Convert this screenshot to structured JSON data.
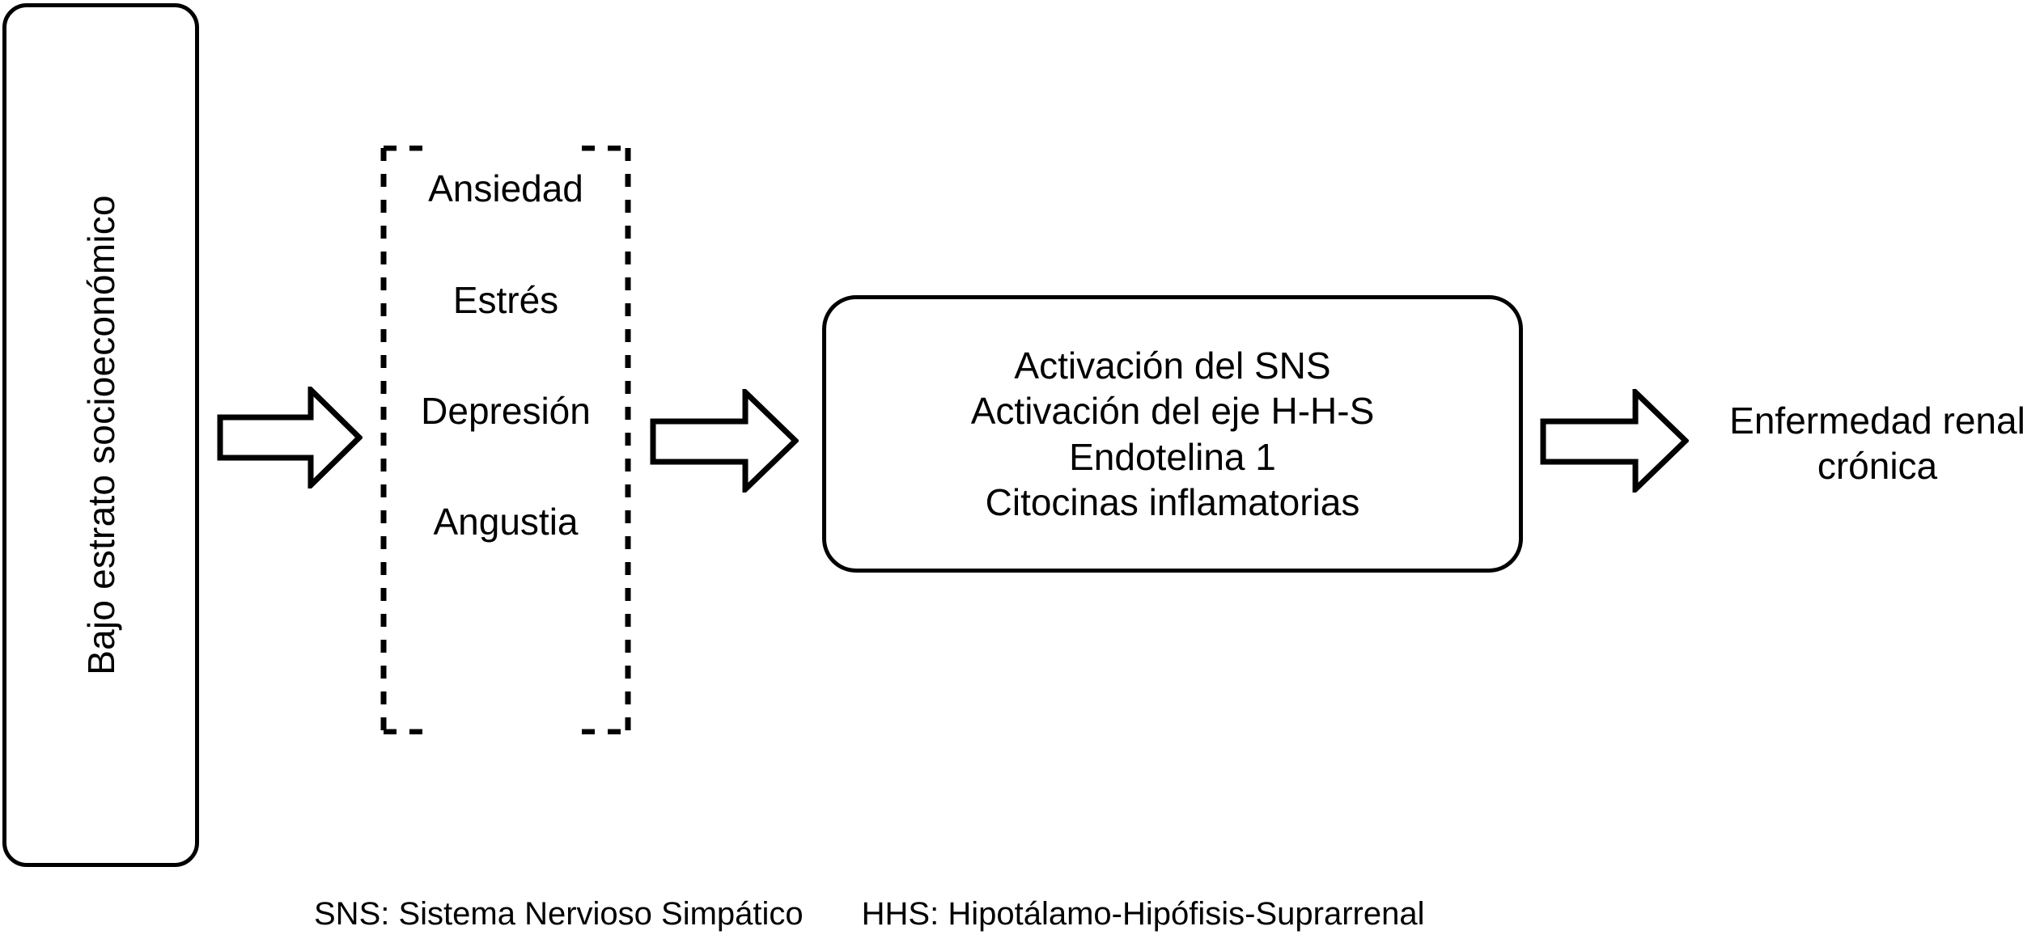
{
  "diagram": {
    "source_box": {
      "label": "Bajo estrato socioeconómico",
      "orientation": "vertical"
    },
    "mediators_box": {
      "style": "dashed",
      "items": [
        {
          "label": "Ansiedad"
        },
        {
          "label": "Estrés"
        },
        {
          "label": "Depresión"
        },
        {
          "label": "Angustia"
        }
      ]
    },
    "mechanisms_box": {
      "lines": [
        "Activación del SNS",
        "Activación del eje H-H-S",
        "Endotelina 1",
        "Citocinas inflamatorias"
      ]
    },
    "outcome": {
      "lines": [
        "Enfermedad renal",
        "crónica"
      ]
    },
    "arrows": [
      {
        "name": "arrow-source-to-mediators",
        "direction": "right"
      },
      {
        "name": "arrow-mediators-to-mechanisms",
        "direction": "right"
      },
      {
        "name": "arrow-mechanisms-to-outcome",
        "direction": "right"
      }
    ],
    "legend": {
      "sns": "SNS: Sistema Nervioso Simpático",
      "hhs": "HHS: Hipotálamo-Hipófisis-Suprarrenal"
    },
    "colors": {
      "stroke": "#000000",
      "background": "#ffffff",
      "text": "#000000"
    }
  }
}
